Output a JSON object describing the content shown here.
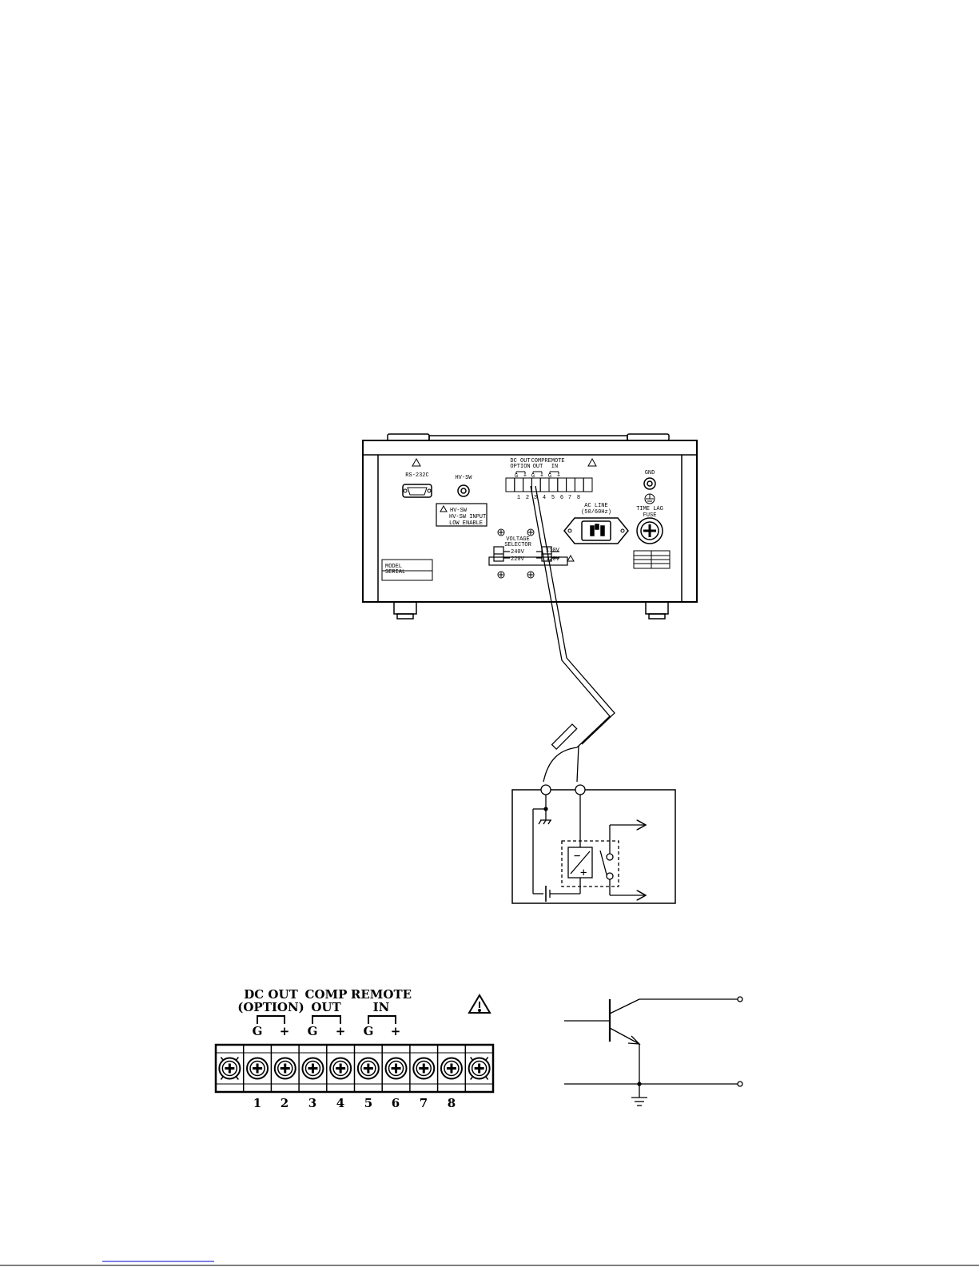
{
  "rear_panel": {
    "rs232c": "RS-232C",
    "hvsw": "HV-SW",
    "dc_out": "DC OUT",
    "option": "OPTION",
    "comp": "COMP",
    "out": "OUT",
    "remote": "REMOTE",
    "in": "IN",
    "g": "G",
    "plus": "+",
    "gnd": "GND",
    "ac_line": "AC LINE",
    "ac_freq": "(50/60Hz)",
    "time_lag": "TIME LAG",
    "fuse": "FUSE",
    "hvsw_label_1": "HV-SW",
    "hvsw_label_2": "HV-SW INPUT",
    "hvsw_label_3": "LOW ENABLE",
    "voltage_selector_1": "VOLTAGE",
    "voltage_selector_2": "SELECTOR",
    "v240": "240V",
    "v220": "220V",
    "v110": "110V",
    "v120": "120V",
    "model": "MODEL",
    "serial": "SERIAL",
    "terminal_numbers": [
      "1",
      "2",
      "3",
      "4",
      "5",
      "6",
      "7",
      "8"
    ]
  },
  "terminal_detail": {
    "dc_out": "DC OUT",
    "option": "(OPTION)",
    "comp": "COMP",
    "out": "OUT",
    "remote": "REMOTE",
    "in": "IN",
    "g": "G",
    "plus": "+",
    "numbers": [
      "1",
      "2",
      "3",
      "4",
      "5",
      "6",
      "7",
      "8"
    ]
  },
  "relay": {
    "minus": "−",
    "plus": "+"
  }
}
